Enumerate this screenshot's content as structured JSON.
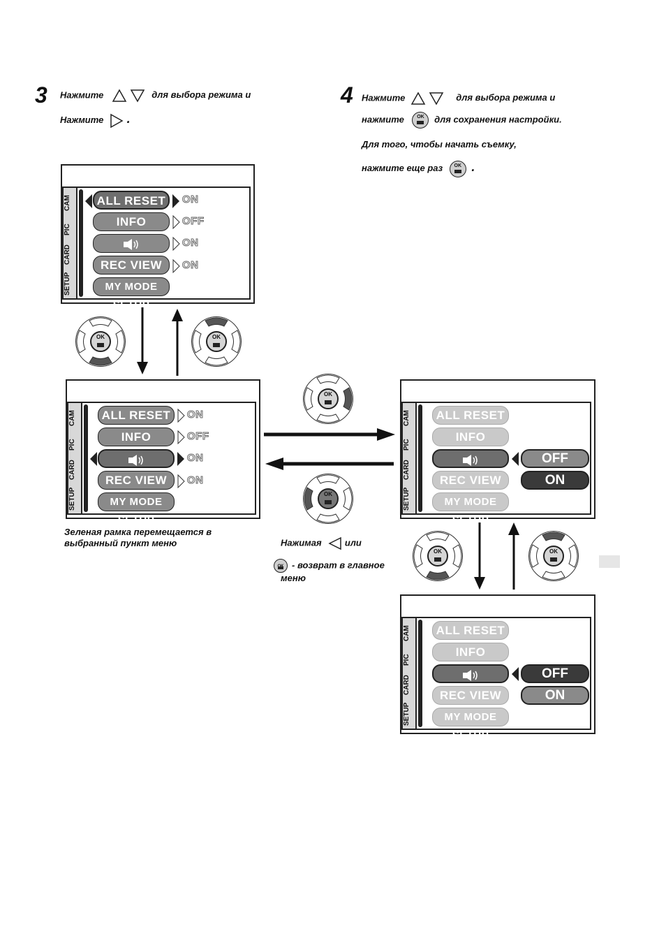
{
  "step3": {
    "number": "3",
    "line1_before": "Нажмите",
    "line1_after": "для выбора режима и",
    "line2": "Нажмите",
    "line2_tail": "."
  },
  "step4": {
    "number": "4",
    "line1_before": "Нажмите",
    "line1_after": "для выбора режима и",
    "line2_before": "нажмите",
    "line2_after": "для сохранения настройки.",
    "line3": "Для того, чтобы начать съемку,",
    "line4": "нажмите еще раз",
    "line4_tail": "."
  },
  "tabs": {
    "cam": "CAM",
    "pic": "PIC",
    "card": "CARD",
    "setup": "SETUP"
  },
  "menu": {
    "all_reset": "ALL RESET",
    "info": "INFO",
    "beep_icon": "speaker-icon",
    "rec_view": "REC VIEW",
    "my_mode_setup": "MY MODE SETUP"
  },
  "values": {
    "all_reset": "ON",
    "info": "OFF",
    "beep": "ON",
    "rec_view": "ON"
  },
  "submenu": {
    "off": "OFF",
    "on": "ON"
  },
  "ok_label": "OK",
  "captions": {
    "green_frame": "Зеленая рамка перемещается в",
    "green_frame_2": "выбранный пункт меню",
    "pressing": "Нажимая",
    "or": "или",
    "return": "- возврат в главное",
    "return_2": "меню"
  }
}
